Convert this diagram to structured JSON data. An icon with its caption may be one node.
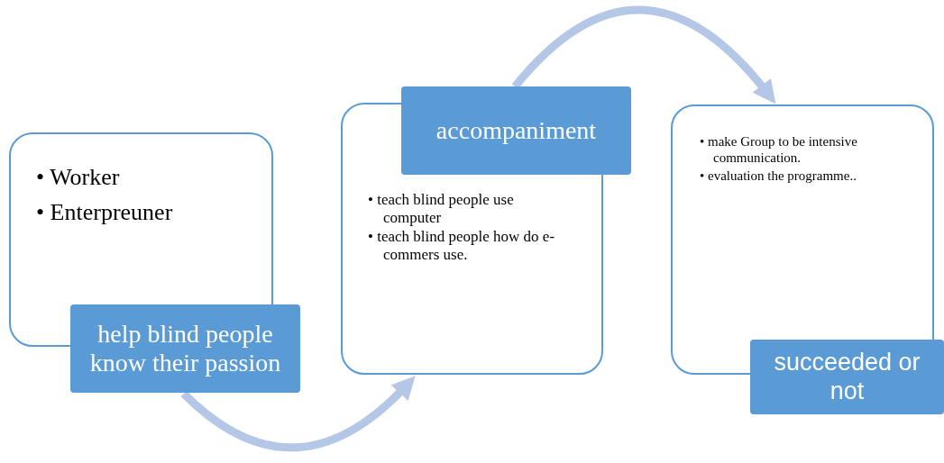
{
  "diagram": {
    "nodes": [
      {
        "text": [
          "• Worker",
          "• Enterpreuner",
          "help blind people know their passion"
        ]
      },
      {
        "text": [
          "accompaniment",
          "• teach blind people use computer",
          "• teach blind people how do e-commers use."
        ]
      },
      {
        "text": [
          "• make Group to be intensive communication.",
          "• evaluation the programme..",
          "succeeded or not"
        ]
      }
    ],
    "edges": [
      {
        "from": 0,
        "to": 1,
        "arrow": "to"
      },
      {
        "from": 1,
        "to": 2,
        "arrow": "to"
      }
    ]
  }
}
